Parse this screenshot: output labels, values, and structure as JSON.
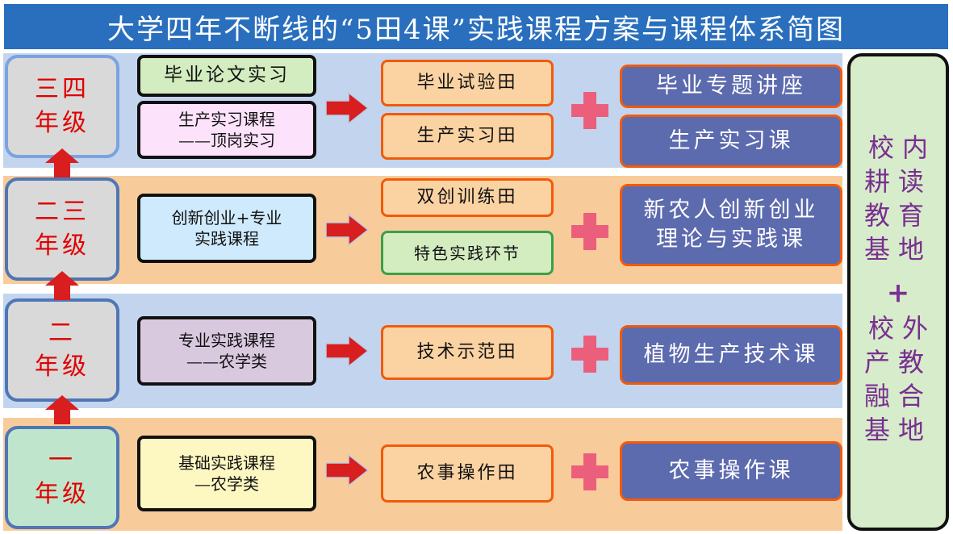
{
  "title": "大学四年不断线的“5田4课”实践课程方案与课程体系简图",
  "colors": {
    "title_bg": "#2a6fbd",
    "band_blue": "#c3d5ee",
    "band_peach": "#f8cc9a",
    "grade_text": "#e00000",
    "field_border": "#f25a0a",
    "field_fill": "#fbd3a3",
    "lecture_fill": "#5c6aae",
    "arrow": "#d81e1e",
    "plus": "#ec5f7c",
    "base_text": "#7a2f91"
  },
  "rows": [
    {
      "grade": "三四\n年级",
      "courses": [
        "毕业论文实习",
        "生产实习课程\n——顶岗实习"
      ],
      "fields": [
        "毕业试验田",
        "生产实习田"
      ],
      "lectures": [
        "毕业专题讲座",
        "生产实习课"
      ]
    },
    {
      "grade": "二三\n年级",
      "courses": [
        "创新创业+专业\n实践课程"
      ],
      "fields": [
        "双创训练田",
        "特色实践环节"
      ],
      "lectures": [
        "新农人创新创业\n理论与实践课"
      ]
    },
    {
      "grade": "二\n年级",
      "courses": [
        "专业实践课程\n——农学类"
      ],
      "fields": [
        "技术示范田"
      ],
      "lectures": [
        "植物生产技术课"
      ]
    },
    {
      "grade": "一\n年级",
      "courses": [
        "基础实践课程\n—农学类"
      ],
      "fields": [
        "农事操作田"
      ],
      "lectures": [
        "农事操作课"
      ]
    }
  ],
  "base": {
    "line1": "校内\n耕读\n教育\n基地",
    "plus": "+",
    "line2": "校外\n产教\n融合\n基地"
  },
  "icons": {
    "arrow": "right-arrow-icon",
    "connector": "plus-icon",
    "progression": "up-arrow-icon"
  }
}
